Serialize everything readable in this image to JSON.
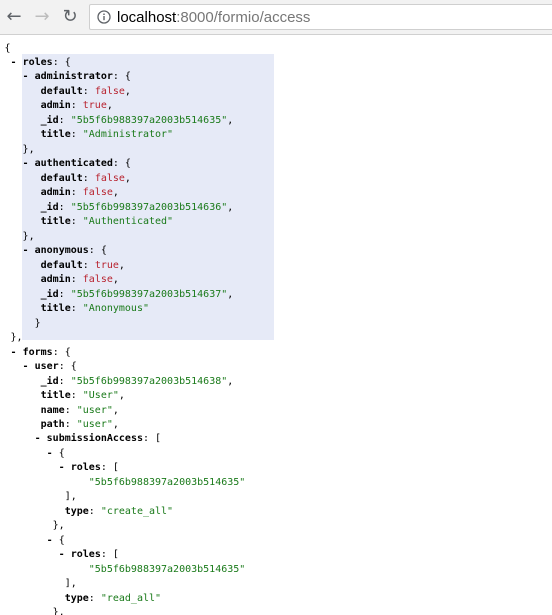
{
  "browser": {
    "back_glyph": "←",
    "forward_glyph": "→",
    "reload_glyph": "↻",
    "url_host": "localhost",
    "url_rest": ":8000/formio/access"
  },
  "toggle": "-",
  "json_lines": [
    {
      "i": 0,
      "p": "{"
    },
    {
      "i": 1,
      "t": true,
      "k": "roles",
      "p": ": {"
    },
    {
      "i": 3,
      "t": true,
      "k": "administrator",
      "p": ": {"
    },
    {
      "i": 6,
      "k": "default",
      "v": "false",
      "vt": "b",
      "p2": ","
    },
    {
      "i": 6,
      "k": "admin",
      "v": "true",
      "vt": "b",
      "p2": ","
    },
    {
      "i": 6,
      "k": "_id",
      "v": "\"5b5f6b988397a2003b514635\"",
      "vt": "s",
      "p2": ","
    },
    {
      "i": 6,
      "k": "title",
      "v": "\"Administrator\"",
      "vt": "s"
    },
    {
      "i": 3,
      "p": "},"
    },
    {
      "i": 3,
      "t": true,
      "k": "authenticated",
      "p": ": {"
    },
    {
      "i": 6,
      "k": "default",
      "v": "false",
      "vt": "b",
      "p2": ","
    },
    {
      "i": 6,
      "k": "admin",
      "v": "false",
      "vt": "b",
      "p2": ","
    },
    {
      "i": 6,
      "k": "_id",
      "v": "\"5b5f6b998397a2003b514636\"",
      "vt": "s",
      "p2": ","
    },
    {
      "i": 6,
      "k": "title",
      "v": "\"Authenticated\"",
      "vt": "s"
    },
    {
      "i": 3,
      "p": "},"
    },
    {
      "i": 3,
      "t": true,
      "k": "anonymous",
      "p": ": {"
    },
    {
      "i": 6,
      "k": "default",
      "v": "true",
      "vt": "b",
      "p2": ","
    },
    {
      "i": 6,
      "k": "admin",
      "v": "false",
      "vt": "b",
      "p2": ","
    },
    {
      "i": 6,
      "k": "_id",
      "v": "\"5b5f6b998397a2003b514637\"",
      "vt": "s",
      "p2": ","
    },
    {
      "i": 6,
      "k": "title",
      "v": "\"Anonymous\"",
      "vt": "s"
    },
    {
      "i": 5,
      "p": "}"
    },
    {
      "i": 1,
      "p": "},"
    },
    {
      "i": 1,
      "t": true,
      "k": "forms",
      "p": ": {"
    },
    {
      "i": 3,
      "t": true,
      "k": "user",
      "p": ": {"
    },
    {
      "i": 6,
      "k": "_id",
      "v": "\"5b5f6b998397a2003b514638\"",
      "vt": "s",
      "p2": ","
    },
    {
      "i": 6,
      "k": "title",
      "v": "\"User\"",
      "vt": "s",
      "p2": ","
    },
    {
      "i": 6,
      "k": "name",
      "v": "\"user\"",
      "vt": "s",
      "p2": ","
    },
    {
      "i": 6,
      "k": "path",
      "v": "\"user\"",
      "vt": "s",
      "p2": ","
    },
    {
      "i": 5,
      "t": true,
      "k": "submissionAccess",
      "p": ": ["
    },
    {
      "i": 7,
      "t": true,
      "p": "{"
    },
    {
      "i": 9,
      "t": true,
      "k": "roles",
      "p": ": ["
    },
    {
      "i": 14,
      "v": "\"5b5f6b988397a2003b514635\"",
      "vt": "s"
    },
    {
      "i": 10,
      "p": "],"
    },
    {
      "i": 10,
      "k": "type",
      "v": "\"create_all\"",
      "vt": "s"
    },
    {
      "i": 8,
      "p": "},"
    },
    {
      "i": 7,
      "t": true,
      "p": "{"
    },
    {
      "i": 9,
      "t": true,
      "k": "roles",
      "p": ": ["
    },
    {
      "i": 14,
      "v": "\"5b5f6b988397a2003b514635\"",
      "vt": "s"
    },
    {
      "i": 10,
      "p": "],"
    },
    {
      "i": 10,
      "k": "type",
      "v": "\"read_all\"",
      "vt": "s"
    },
    {
      "i": 8,
      "p": "},"
    },
    {
      "i": 7,
      "t": true,
      "p": "{"
    }
  ]
}
